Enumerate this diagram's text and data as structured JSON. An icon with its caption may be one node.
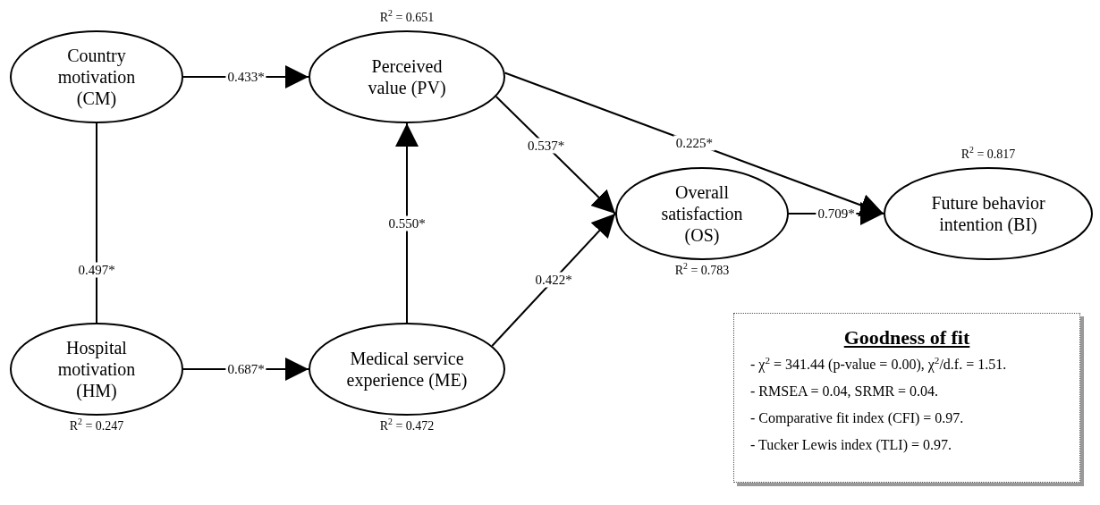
{
  "diagram": {
    "nodes": [
      {
        "text": [
          "Country motivation (CM)"
        ]
      },
      {
        "text": [
          "Perceived value (PV)"
        ],
        "beside": [
          "R$^{2}$ = 0.651"
        ]
      },
      {
        "text": [
          "Overall satisfaction (OS)"
        ],
        "beside": [
          "R$^{2}$ = 0.783"
        ]
      },
      {
        "text": [
          "Future behavior intention (BI)"
        ],
        "beside": [
          "R$^{2}$ = 0.817"
        ]
      },
      {
        "text": [
          "Hospital motivation (HM)"
        ],
        "beside": [
          "R$^{2}$ = 0.247"
        ]
      },
      {
        "text": [
          "Medical service experience (ME)"
        ],
        "beside": [
          "R$^{2}$ = 0.472"
        ]
      },
      {
        "text": [
          "Goodness of fit",
          "- χ$^{2}$ = 341.44 (p-value = 0.00), χ$^{2}$/d.f. = 1.51.",
          "- RMSEA = 0.04, SRMR = 0.04.",
          "- Comparative fit index (CFI) = 0.97.",
          "- Tucker Lewis index (TLI) = 0.97."
        ]
      }
    ],
    "edges": [
      {
        "from": 0,
        "to": 1,
        "arrow": "to",
        "label": "0.433*"
      },
      {
        "from": 0,
        "to": 4,
        "arrow": "to",
        "label": "0.497*"
      },
      {
        "from": 5,
        "to": 1,
        "arrow": "to",
        "label": "0.550*"
      },
      {
        "from": 1,
        "to": 2,
        "arrow": "to",
        "label": "0.537*"
      },
      {
        "from": 1,
        "to": 3,
        "arrow": "to",
        "label": "0.225*"
      },
      {
        "from": 5,
        "to": 2,
        "arrow": "to",
        "label": "0.422*"
      },
      {
        "from": 4,
        "to": 5,
        "arrow": "to",
        "label": "0.687*"
      },
      {
        "from": 2,
        "to": 3,
        "arrow": "to",
        "label": "0.709*"
      }
    ]
  }
}
